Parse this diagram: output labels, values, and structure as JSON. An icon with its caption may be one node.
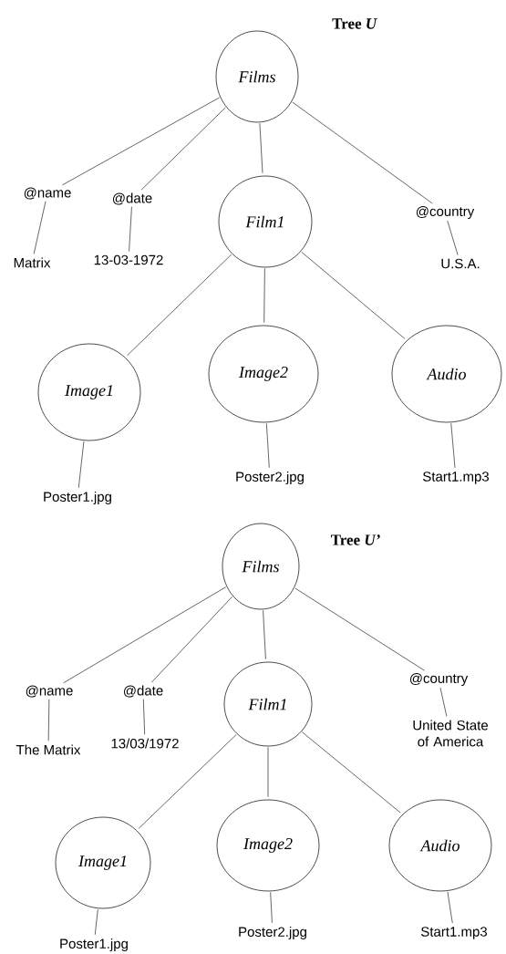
{
  "diagram": {
    "nodes": [
      {
        "text": [
          "Films"
        ]
      },
      {
        "text": [
          "@name"
        ]
      },
      {
        "text": [
          "Matrix"
        ]
      },
      {
        "text": [
          "@date"
        ]
      },
      {
        "text": [
          "13-03-1972"
        ]
      },
      {
        "text": [
          "Film1"
        ]
      },
      {
        "text": [
          "@country"
        ]
      },
      {
        "text": [
          "U.S.A."
        ]
      },
      {
        "text": [
          "Image1"
        ]
      },
      {
        "text": [
          "Image2"
        ]
      },
      {
        "text": [
          "Audio"
        ]
      },
      {
        "text": [
          "Poster1.jpg"
        ]
      },
      {
        "text": [
          "Poster2.jpg"
        ]
      },
      {
        "text": [
          "Start1.mp3"
        ]
      },
      {
        "text": [
          "Films"
        ]
      },
      {
        "text": [
          "@name"
        ]
      },
      {
        "text": [
          "The Matrix"
        ]
      },
      {
        "text": [
          "@date"
        ]
      },
      {
        "text": [
          "13/03/1972"
        ]
      },
      {
        "text": [
          "Film1"
        ]
      },
      {
        "text": [
          "@country"
        ]
      },
      {
        "text": [
          "United State of America"
        ]
      },
      {
        "text": [
          "Image1"
        ]
      },
      {
        "text": [
          "Image2"
        ]
      },
      {
        "text": [
          "Audio"
        ]
      },
      {
        "text": [
          "Poster1.jpg"
        ]
      },
      {
        "text": [
          "Poster2.jpg"
        ]
      },
      {
        "text": [
          "Start1.mp3"
        ]
      }
    ],
    "edges": [
      {
        "from": 0,
        "to": 1,
        "arrow": "none"
      },
      {
        "from": 0,
        "to": 3,
        "arrow": "none"
      },
      {
        "from": 0,
        "to": 5,
        "arrow": "none"
      },
      {
        "from": 0,
        "to": 6,
        "arrow": "none"
      },
      {
        "from": 1,
        "to": 2,
        "arrow": "none"
      },
      {
        "from": 3,
        "to": 4,
        "arrow": "none"
      },
      {
        "from": 6,
        "to": 7,
        "arrow": "none"
      },
      {
        "from": 5,
        "to": 8,
        "arrow": "none"
      },
      {
        "from": 5,
        "to": 9,
        "arrow": "none"
      },
      {
        "from": 5,
        "to": 10,
        "arrow": "none"
      },
      {
        "from": 8,
        "to": 11,
        "arrow": "none"
      },
      {
        "from": 9,
        "to": 12,
        "arrow": "none"
      },
      {
        "from": 10,
        "to": 13,
        "arrow": "none"
      },
      {
        "from": 14,
        "to": 15,
        "arrow": "none"
      },
      {
        "from": 14,
        "to": 17,
        "arrow": "none"
      },
      {
        "from": 14,
        "to": 19,
        "arrow": "none"
      },
      {
        "from": 14,
        "to": 20,
        "arrow": "none"
      },
      {
        "from": 15,
        "to": 16,
        "arrow": "none"
      },
      {
        "from": 17,
        "to": 18,
        "arrow": "none"
      },
      {
        "from": 20,
        "to": 21,
        "arrow": "none"
      },
      {
        "from": 19,
        "to": 22,
        "arrow": "none"
      },
      {
        "from": 19,
        "to": 23,
        "arrow": "none"
      },
      {
        "from": 19,
        "to": 24,
        "arrow": "none"
      },
      {
        "from": 22,
        "to": 25,
        "arrow": "none"
      },
      {
        "from": 23,
        "to": 26,
        "arrow": "none"
      },
      {
        "from": 24,
        "to": 27,
        "arrow": "none"
      }
    ],
    "labels": [
      "Tree *U*",
      "Tree *U’*"
    ]
  }
}
